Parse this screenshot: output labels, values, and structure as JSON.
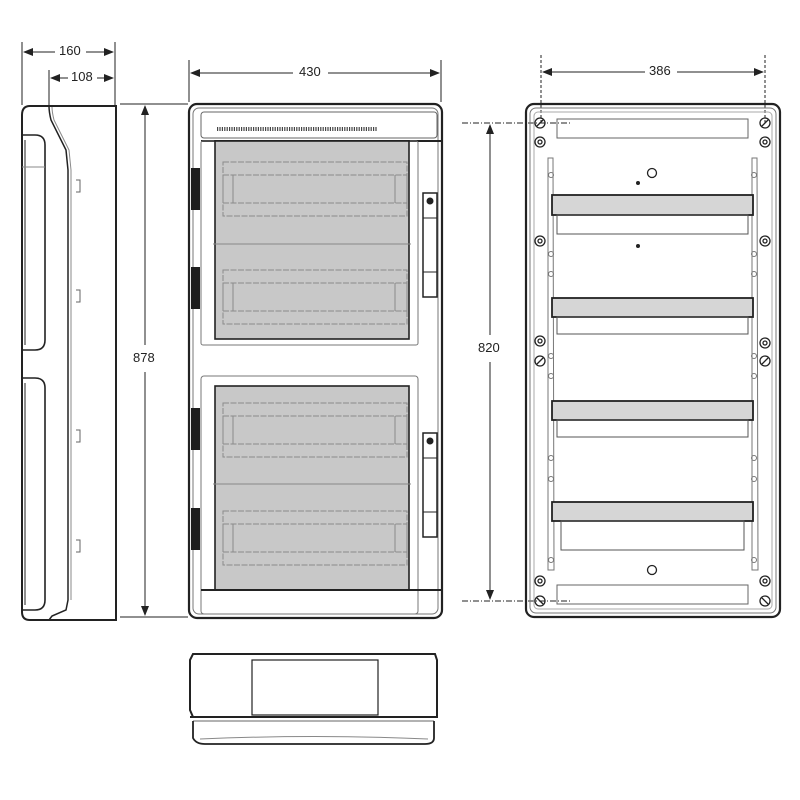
{
  "drawing": {
    "subject": "Wall-mounted distribution enclosure, dimensional drawing",
    "views": [
      "side-view",
      "front-view-door-closed",
      "front-view-door-open",
      "bottom-view"
    ]
  },
  "dimensions": {
    "depth_total": "160",
    "depth_body": "108",
    "width_total": "430",
    "height_total": "878",
    "mounting_width": "386",
    "mounting_height": "820"
  },
  "front_view": {
    "rows": 2,
    "window_color": "#c8c8c8",
    "hinge_color": "#1e1e1e"
  },
  "rear_view": {
    "din_rails": 4,
    "rail_color": "#d6d6d6"
  },
  "colors": {
    "line": "#222222",
    "fill_gray": "#c8c8c8",
    "background": "#ffffff"
  }
}
